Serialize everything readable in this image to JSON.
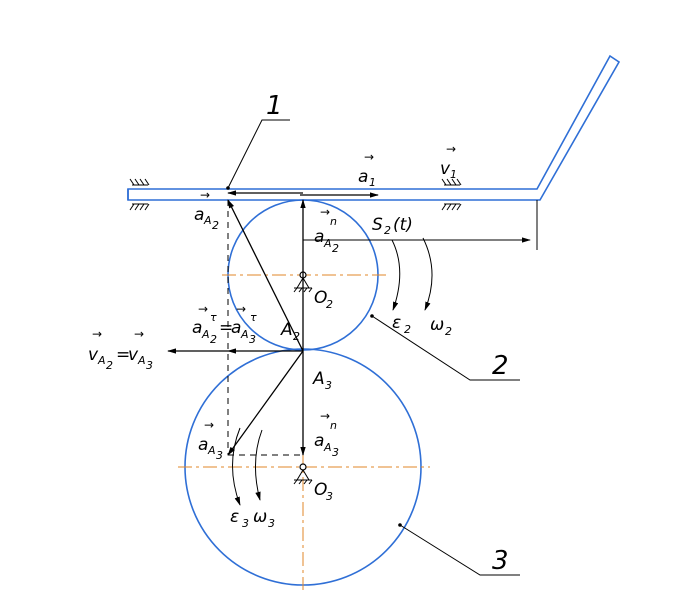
{
  "part_numbers": {
    "part1": "1",
    "part2": "2",
    "part3": "3"
  },
  "labels": {
    "a1": "a",
    "a1_sub": "1",
    "v1": "v",
    "v1_sub": "1",
    "aA2": "a",
    "aA2_sub": "A",
    "aA2_sub2": "2",
    "aA2n": "a",
    "aA2n_sup": "n",
    "aA2n_sub": "A",
    "aA2n_sub2": "2",
    "S2": "S",
    "S2_sub": "2",
    "S2_arg": "(t)",
    "O2": "O",
    "O2_sub": "2",
    "A2": "A",
    "A2_sub": "2",
    "eps2": "ε",
    "eps2_sub": "2",
    "omega2": "ω",
    "omega2_sub": "2",
    "aA2tau": "a",
    "aA2tau_sup": "τ",
    "aA2tau_sub": "A",
    "aA2tau_sub2": "2",
    "eq_tau": "=",
    "aA3tau": "a",
    "aA3tau_sup": "τ",
    "aA3tau_sub": "A",
    "aA3tau_sub2": "3",
    "vA2": "v",
    "vA2_sub": "A",
    "vA2_sub2": "2",
    "eq_v": "=",
    "vA3": "v",
    "vA3_sub": "A",
    "vA3_sub2": "3",
    "A3": "A",
    "A3_sub": "3",
    "aA3": "a",
    "aA3_sub": "A",
    "aA3_sub2": "3",
    "aA3n": "a",
    "aA3n_sup": "n",
    "aA3n_sub": "A",
    "aA3n_sub2": "3",
    "O3": "O",
    "O3_sub": "3",
    "eps3": "ε",
    "eps3_sub": "3",
    "omega3": "ω",
    "omega3_sub": "3"
  },
  "vector_mark": "→",
  "colors": {
    "outline": "#2f6fd6",
    "axis": "#e0872a",
    "ink": "#000000"
  }
}
